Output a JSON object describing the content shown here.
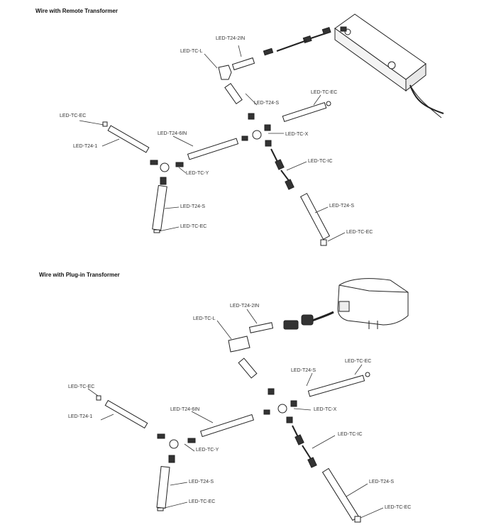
{
  "diagram1": {
    "title": "Wire with Remote Transformer",
    "labels": {
      "t24_2in": "LED-T24-2IN",
      "tc_l": "LED-TC-L",
      "t24_s_top": "LED-T24-S",
      "tc_ec_right": "LED-TC-EC",
      "tc_ec_left": "LED-TC-EC",
      "t24_6in": "LED-T24-6IN",
      "tc_x": "LED-TC-X",
      "t24_1": "LED-T24-1",
      "tc_ic": "LED-TC-IC",
      "tc_y": "LED-TC-Y",
      "t24_s_left": "LED-T24-S",
      "t24_s_right": "LED-T24-S",
      "tc_ec_bottom_left": "LED-TC-EC",
      "tc_ec_bottom_right": "LED-TC-EC"
    }
  },
  "diagram2": {
    "title": "Wire with Plug-in Transformer",
    "labels": {
      "t24_2in": "LED-T24-2IN",
      "tc_l": "LED-TC-L",
      "tc_ec_right": "LED-TC-EC",
      "t24_s_top": "LED-T24-S",
      "tc_ec_left": "LED-TC-EC",
      "t24_6in": "LED-T24-6IN",
      "tc_x": "LED-TC-X",
      "t24_1": "LED-T24-1",
      "tc_ic": "LED-TC-IC",
      "tc_y": "LED-TC-Y",
      "t24_s_left": "LED-T24-S",
      "t24_s_right": "LED-T24-S",
      "tc_ec_bottom_left": "LED-TC-EC",
      "tc_ec_bottom_right": "LED-TC-EC"
    }
  }
}
